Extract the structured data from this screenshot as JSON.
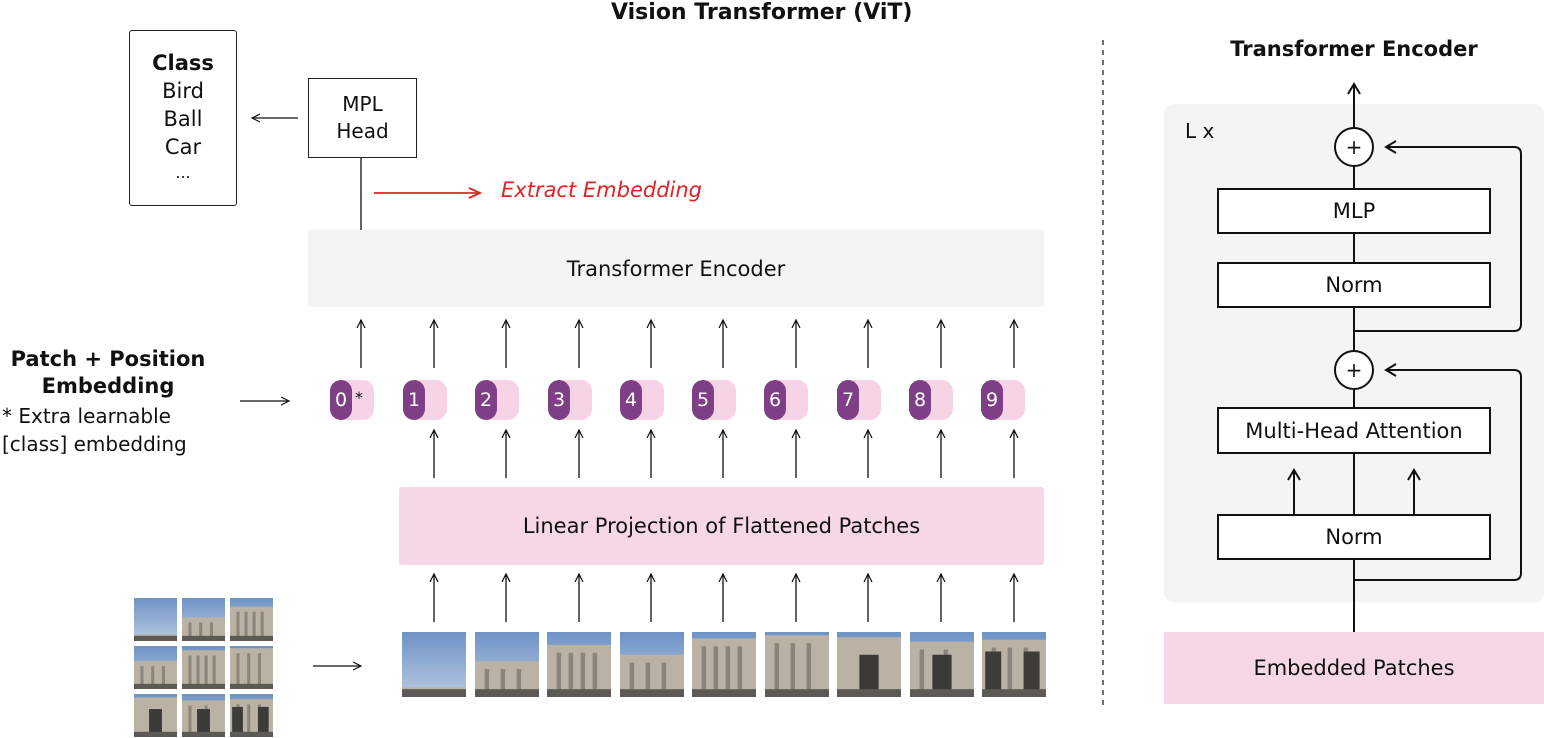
{
  "title": "Vision Transformer (ViT)",
  "class_box": {
    "heading": "Class",
    "items": [
      "Bird",
      "Ball",
      "Car",
      "..."
    ]
  },
  "mlp_head": {
    "line1": "MPL",
    "line2": "Head"
  },
  "extract_label": "Extract Embedding",
  "encoder_label": "Transformer Encoder",
  "patch_position": {
    "line1": "Patch + Position",
    "line2": "Embedding",
    "note1": "*  Extra learnable",
    "note2": "[class] embedding"
  },
  "tokens": [
    "0",
    "1",
    "2",
    "3",
    "4",
    "5",
    "6",
    "7",
    "8",
    "9"
  ],
  "token_star": "*",
  "linear_projection": "Linear Projection of Flattened Patches",
  "right_panel": {
    "title": "Transformer Encoder",
    "repeat": "L x",
    "mlp": "MLP",
    "norm_top": "Norm",
    "plus_top": "+",
    "plus_bottom": "+",
    "attention": "Multi-Head Attention",
    "norm_bottom": "Norm",
    "embedded": "Embedded Patches"
  },
  "colors": {
    "token_dark": "#7e3f86",
    "token_light": "#f6d4e6",
    "projection_fill": "#f6d7e7",
    "encoder_fill": "#f3f4f6",
    "extract_red": "#e02424"
  }
}
